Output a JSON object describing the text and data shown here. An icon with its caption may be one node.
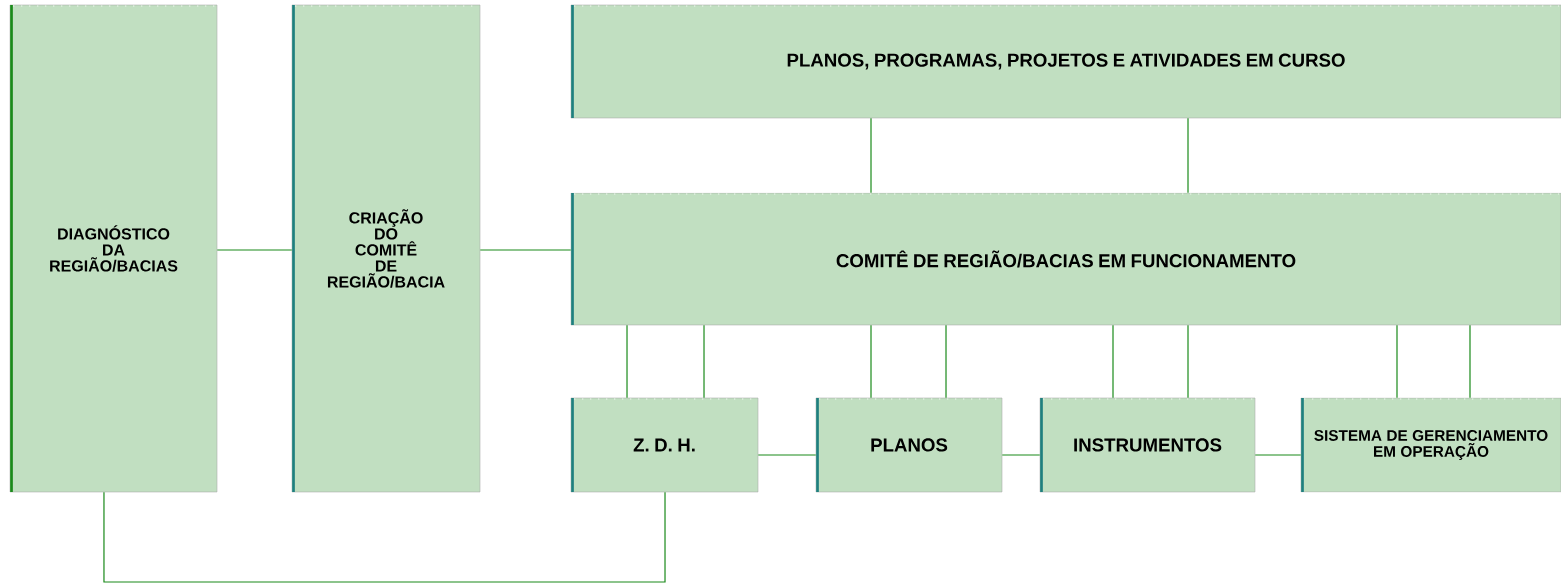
{
  "diagram": {
    "nodes": [
      {
        "text": [
          "DIAGNÓSTICO DA REGIÃO/BACIAS"
        ]
      },
      {
        "text": [
          "CRIAÇÃO DO COMITÊ DE REGIÃO/BACIA"
        ]
      },
      {
        "text": [
          "PLANOS, PROGRAMAS, PROJETOS E ATIVIDADES EM CURSO"
        ]
      },
      {
        "text": [
          "COMITÊ DE REGIÃO/BACIAS EM FUNCIONAMENTO"
        ]
      },
      {
        "text": [
          "Z. D. H."
        ]
      },
      {
        "text": [
          "PLANOS"
        ]
      },
      {
        "text": [
          "INSTRUMENTOS"
        ]
      },
      {
        "text": [
          "SISTEMA DE GERENCIAMENTO EM OPERAÇÃO"
        ]
      }
    ],
    "edges": [
      {
        "from": 0,
        "to": 1,
        "arrow": "none"
      },
      {
        "from": 1,
        "to": 3,
        "arrow": "none"
      },
      {
        "from": 2,
        "to": 3,
        "arrow": "none"
      },
      {
        "from": 2,
        "to": 3,
        "arrow": "none"
      },
      {
        "from": 3,
        "to": 4,
        "arrow": "none"
      },
      {
        "from": 3,
        "to": 4,
        "arrow": "none"
      },
      {
        "from": 3,
        "to": 5,
        "arrow": "none"
      },
      {
        "from": 3,
        "to": 5,
        "arrow": "none"
      },
      {
        "from": 3,
        "to": 6,
        "arrow": "none"
      },
      {
        "from": 3,
        "to": 6,
        "arrow": "none"
      },
      {
        "from": 3,
        "to": 7,
        "arrow": "none"
      },
      {
        "from": 3,
        "to": 7,
        "arrow": "none"
      },
      {
        "from": 4,
        "to": 5,
        "arrow": "none"
      },
      {
        "from": 5,
        "to": 6,
        "arrow": "none"
      },
      {
        "from": 6,
        "to": 7,
        "arrow": "none"
      },
      {
        "from": 0,
        "to": 4,
        "arrow": "none"
      }
    ]
  }
}
